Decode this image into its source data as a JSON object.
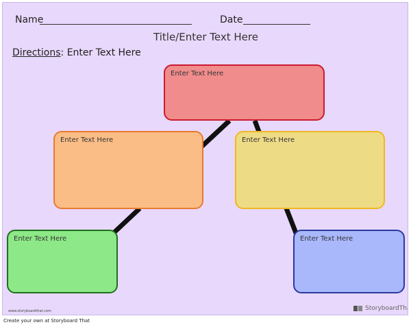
{
  "header": {
    "name_label": "Name",
    "date_label": "Date"
  },
  "title": "Title/Enter Text Here",
  "directions": {
    "label": "Directions",
    "text": ": Enter Text Here"
  },
  "boxes": {
    "top": {
      "text": "Enter Text Here",
      "fill": "#f08c8c",
      "border": "#cc1a2e"
    },
    "mid_left": {
      "text": "Enter Text Here",
      "fill": "#fbbd86",
      "border": "#e87a2e"
    },
    "mid_right": {
      "text": "Enter Text Here",
      "fill": "#eedb86",
      "border": "#f0b820"
    },
    "bottom_left": {
      "text": "Enter Text Here",
      "fill": "#8de887",
      "border": "#1f6e1e"
    },
    "bottom_right": {
      "text": "Enter Text Here",
      "fill": "#a9b7fb",
      "border": "#2a3a9c"
    }
  },
  "footer": {
    "url": "www.storyboardthat.com",
    "logo_text": "StoryboardThat",
    "caption": "Create your own at Storyboard That"
  },
  "colors": {
    "background": "#e8d8fb",
    "connector": "#111111"
  }
}
